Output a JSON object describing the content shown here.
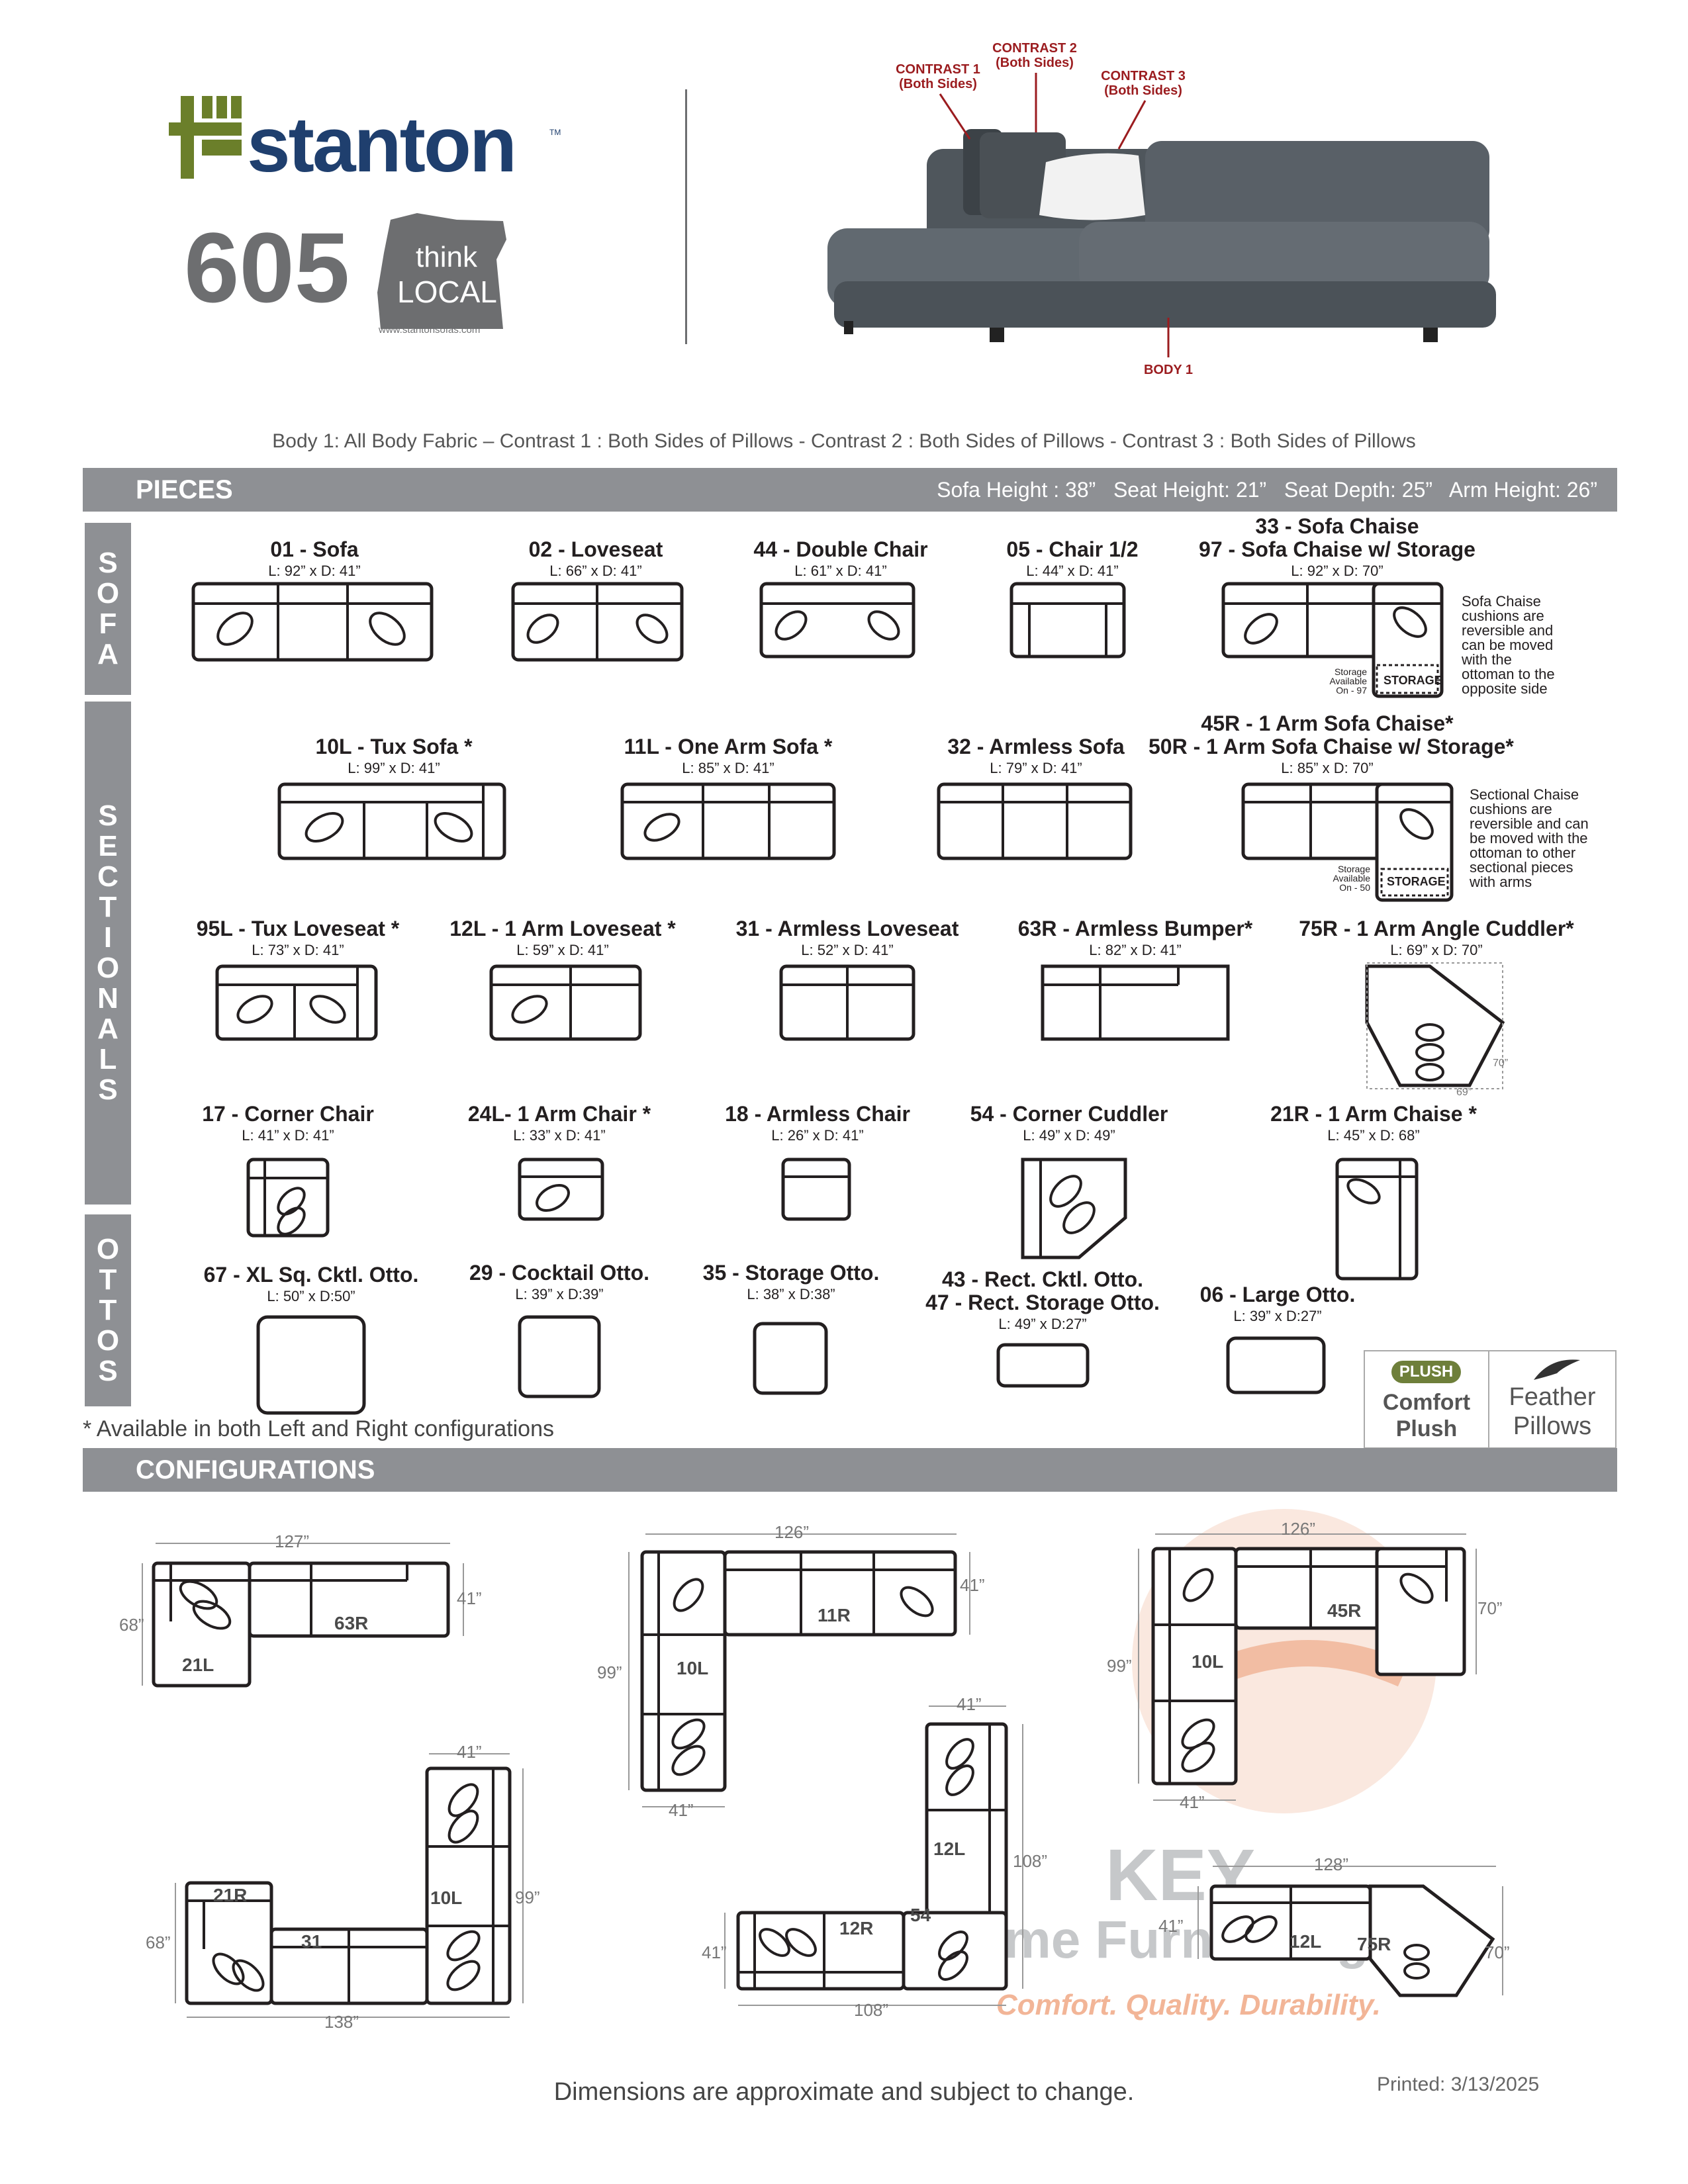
{
  "brand": {
    "name": "stanton",
    "trademark": "TM",
    "model": "605",
    "badge_line1": "think",
    "badge_line2": "LOCAL",
    "website": "www.stantonsofas.com"
  },
  "callouts": {
    "contrast1": "CONTRAST 1\n(Both Sides)",
    "contrast2": "CONTRAST 2\n(Both Sides)",
    "contrast3": "CONTRAST 3\n(Both Sides)",
    "body1": "BODY 1"
  },
  "fabric_note": "Body 1: All Body Fabric – Contrast 1 : Both Sides of Pillows - Contrast 2 : Both Sides of Pillows - Contrast 3 : Both Sides of Pillows",
  "pieces_bar": {
    "title": "PIECES",
    "specs": "Sofa Height : 38”   Seat Height: 21”   Seat Depth: 25”   Arm Height: 26”"
  },
  "side_labels": {
    "sofa": "SOFA",
    "sectionals": "SECTIONALS",
    "ottos": "OTTOS"
  },
  "sofa_row": [
    {
      "name": "01 - Sofa",
      "dim": "L: 92” x D: 41”"
    },
    {
      "name": "02 - Loveseat",
      "dim": "L: 66” x D: 41”"
    },
    {
      "name": "44 - Double Chair",
      "dim": "L: 61” x D: 41”"
    },
    {
      "name": "05 - Chair 1/2",
      "dim": "L: 44” x D: 41”"
    },
    {
      "name": "33 - Sofa Chaise",
      "name2": "97 - Sofa Chaise w/ Storage",
      "dim": "L: 92” x D: 70”"
    }
  ],
  "sofa_chaise_note": "Sofa Chaise\ncushions are\nreversible and\ncan be moved\nwith the\nottoman to the\nopposite side",
  "storage_label": "STORAGE",
  "storage_avail_97": "Storage\nAvailable\nOn - 97",
  "storage_avail_50": "Storage\nAvailable\nOn - 50",
  "sect_row1": [
    {
      "name": "10L - Tux Sofa *",
      "dim": "L: 99” x D: 41”"
    },
    {
      "name": "11L - One Arm Sofa *",
      "dim": "L: 85” x D: 41”"
    },
    {
      "name": "32 - Armless Sofa",
      "dim": "L: 79” x D: 41”"
    },
    {
      "name": "45R - 1 Arm Sofa Chaise*",
      "name2": "50R - 1 Arm Sofa Chaise w/ Storage*",
      "dim": "L: 85” x D: 70”"
    }
  ],
  "sect_chaise_note": "Sectional Chaise\ncushions are\nreversible and can\nbe moved with the\nottoman to other\nsectional pieces\nwith arms",
  "sect_row2": [
    {
      "name": "95L - Tux Loveseat *",
      "dim": "L: 73” x D: 41”"
    },
    {
      "name": "12L - 1 Arm Loveseat *",
      "dim": "L: 59” x D: 41”"
    },
    {
      "name": "31 - Armless Loveseat",
      "dim": "L: 52” x D: 41”"
    },
    {
      "name": "63R - Armless Bumper*",
      "dim": "L: 82” x D: 41”"
    },
    {
      "name": "75R - 1 Arm Angle Cuddler*",
      "dim": "L: 69” x D: 70”"
    }
  ],
  "cuddler_dims": {
    "side": "70”",
    "bottom": "69”"
  },
  "sect_row3": [
    {
      "name": "17 - Corner Chair",
      "dim": "L: 41” x D: 41”"
    },
    {
      "name": "24L- 1 Arm Chair *",
      "dim": "L: 33” x D: 41”"
    },
    {
      "name": "18 - Armless Chair",
      "dim": "L: 26” x D: 41”"
    },
    {
      "name": "54 - Corner Cuddler",
      "dim": "L: 49” x D: 49”"
    },
    {
      "name": "21R - 1 Arm Chaise *",
      "dim": "L: 45” x D: 68”"
    }
  ],
  "ottos": [
    {
      "name": "67 - XL Sq. Cktl. Otto.",
      "dim": "L: 50” x D:50”"
    },
    {
      "name": "29 - Cocktail Otto.",
      "dim": "L: 39” x D:39”"
    },
    {
      "name": "35 - Storage Otto.",
      "dim": "L: 38” x D:38”"
    },
    {
      "name": "43 - Rect. Cktl. Otto.",
      "name2": "47 - Rect. Storage Otto.",
      "dim": "L: 49” x D:27”"
    },
    {
      "name": "06 - Large Otto.",
      "dim": "L: 39” x D:27”"
    }
  ],
  "cushion_options": {
    "plush_badge": "PLUSH",
    "plush1": "Comfort",
    "plush2": "Plush",
    "feather1": "Feather",
    "feather2": "Pillows"
  },
  "availability_note": "* Available in both Left and Right configurations",
  "config_bar": {
    "title": "CONFIGURATIONS"
  },
  "configs": {
    "c1": {
      "top": "127”",
      "left": "68”",
      "right": "41”",
      "l1": "21L",
      "l2": "63R"
    },
    "c2": {
      "top": "126”",
      "right": "41”",
      "left": "99”",
      "bottom": "41”",
      "l1": "10L",
      "l2": "11R"
    },
    "c3": {
      "top": "126”",
      "right": "70”",
      "left": "99”",
      "bottom": "41”",
      "l1": "10L",
      "l2": "45R"
    },
    "c4": {
      "top": "41”",
      "right": "99”",
      "left": "68”",
      "bottom": "138”",
      "l1": "21R",
      "l2": "31",
      "l3": "10L"
    },
    "c5": {
      "top": "41”",
      "right": "108”",
      "left": "41”",
      "bottom": "108”",
      "l1": "12L",
      "l2": "12R",
      "l3": "54"
    },
    "c6": {
      "top": "128”",
      "left": "41”",
      "right": "70”",
      "l1": "12L",
      "l2": "75R"
    }
  },
  "watermark": {
    "line1": "KEY",
    "line2": "Home Furnishings",
    "line3": "Comfort. Quality. Durability."
  },
  "footer": {
    "disclaimer": "Dimensions are approximate and subject to change.",
    "printed": "Printed: 3/13/2025"
  },
  "colors": {
    "bar": "#8e9094",
    "brand_blue": "#1f3f6e",
    "brand_green": "#6b7f2a",
    "callout_red": "#9b1c1f",
    "plush_green": "#6e7f3a"
  }
}
